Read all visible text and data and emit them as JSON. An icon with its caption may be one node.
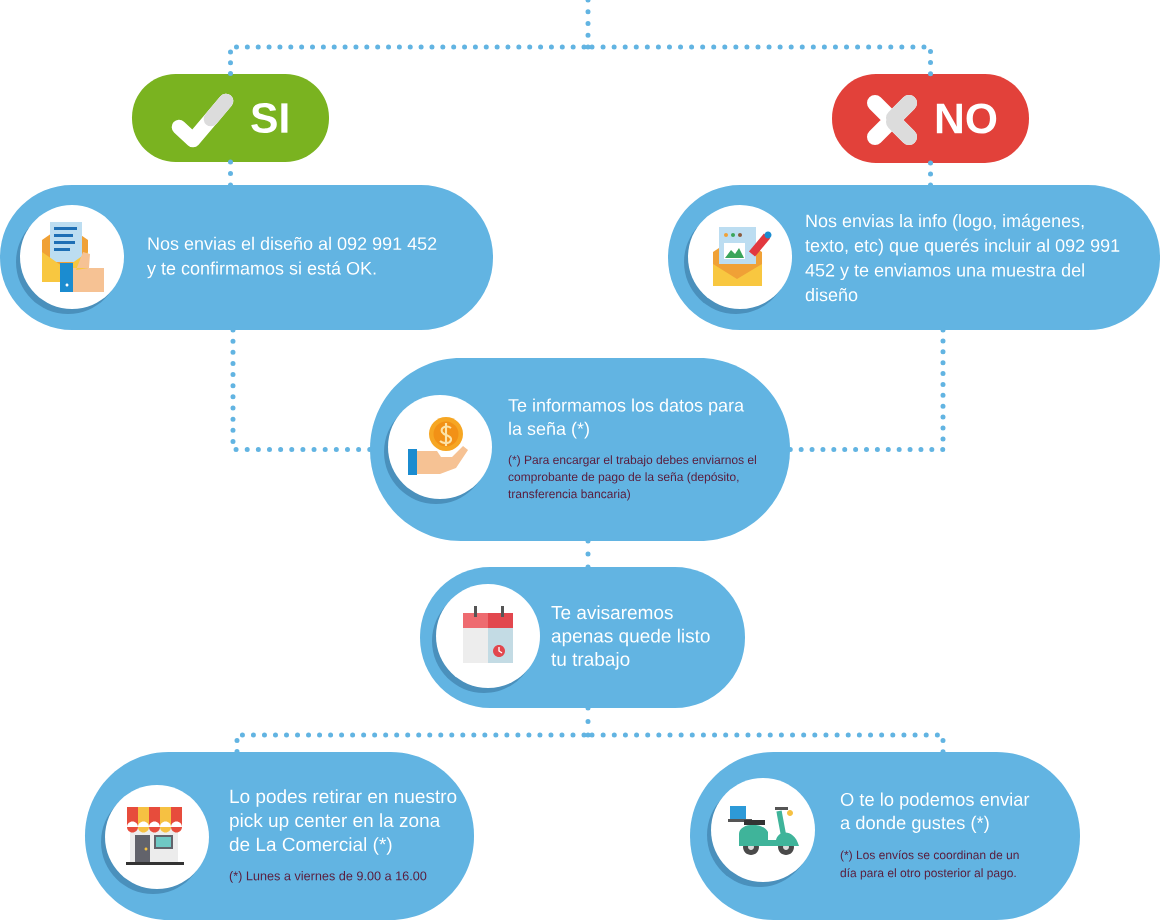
{
  "diagram": {
    "nodes": [
      {
        "text": [
          "SI"
        ]
      },
      {
        "text": [
          "NO"
        ]
      },
      {
        "text": [
          "Nos envias el diseño al 092 991 452 y te confirmamos si está OK."
        ]
      },
      {
        "text": [
          "Nos envias la info (logo, imágenes, texto, etc) que querés incluir al 092 991 452 y te enviamos una muestra del diseño"
        ]
      },
      {
        "text": [
          "Te informamos los datos para la seña (*)",
          "(*) Para encargar el trabajo debes enviarnos el comprobante de pago de la seña (depósito, transferencia bancaria)"
        ]
      },
      {
        "text": [
          "Te avisaremos apenas quede listo tu trabajo"
        ]
      },
      {
        "text": [
          "Lo podes retirar en nuestro pick up center en la zona de La Comercial (*)",
          "(*) Lunes a viernes de 9.00 a 16.00"
        ]
      },
      {
        "text": [
          "O te lo podemos enviar a donde gustes (*)",
          "(*) Los envíos se coordinan de un día para el otro posterior al pago."
        ]
      }
    ],
    "edges": [
      {
        "from": null,
        "to": 0,
        "arrow": "none"
      },
      {
        "from": null,
        "to": 1,
        "arrow": "none"
      },
      {
        "from": 0,
        "to": 2,
        "arrow": "none"
      },
      {
        "from": 1,
        "to": 3,
        "arrow": "none"
      },
      {
        "from": 2,
        "to": 4,
        "arrow": "none"
      },
      {
        "from": 3,
        "to": 4,
        "arrow": "none"
      },
      {
        "from": 4,
        "to": 5,
        "arrow": "none"
      },
      {
        "from": 5,
        "to": 6,
        "arrow": "none"
      },
      {
        "from": 5,
        "to": 7,
        "arrow": "none"
      }
    ]
  }
}
